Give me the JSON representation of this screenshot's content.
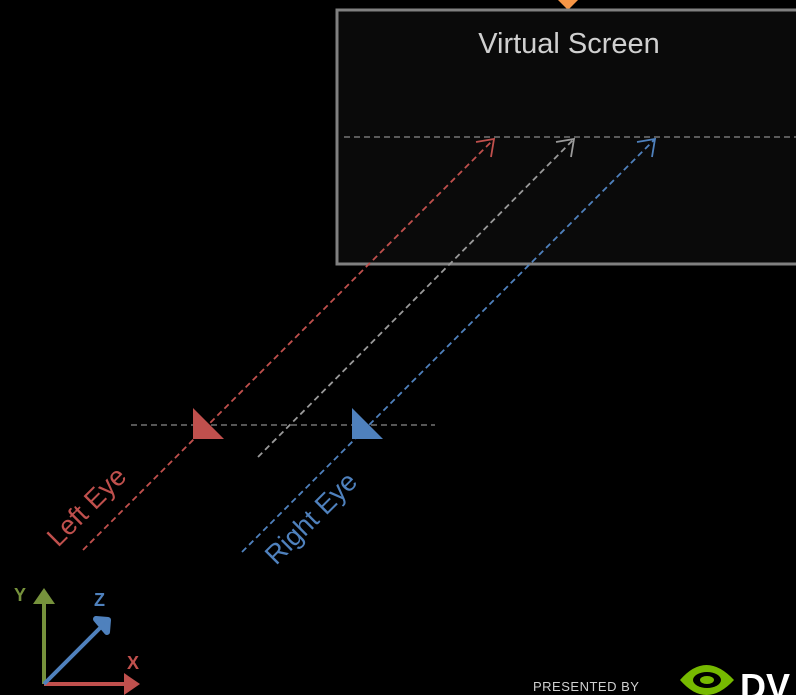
{
  "diagram": {
    "screen_label": "Virtual Screen",
    "left_eye_label": "Left Eye",
    "right_eye_label": "Right Eye",
    "axes": {
      "x": "X",
      "y": "Y",
      "z": "Z"
    },
    "presented_by": "PRESENTED BY",
    "logo_text": "DV"
  },
  "colors": {
    "background": "#000000",
    "screen_border": "#808080",
    "screen_fill": "#0a0a0a",
    "left_eye": "#c0504d",
    "right_eye": "#4f81bd",
    "center_ray": "#9a9a9a",
    "axis_x": "#c0504d",
    "axis_y": "#76923c",
    "axis_z": "#4f81bd",
    "logo": "#76b900",
    "marker": "#f79646"
  }
}
